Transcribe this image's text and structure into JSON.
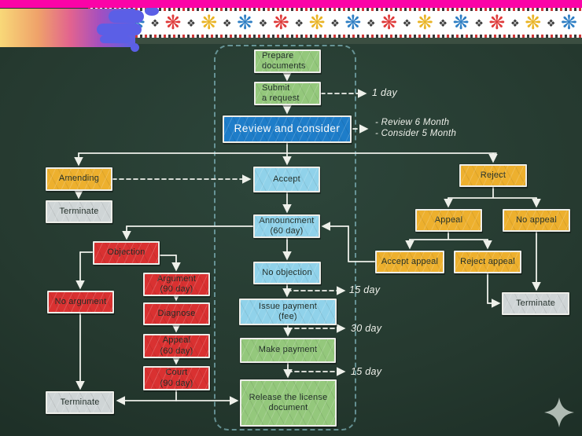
{
  "flowchart": {
    "nodes": {
      "prepare": {
        "label": "Prepare\ndocuments",
        "type": "green"
      },
      "submit": {
        "label": "Submit\na request",
        "type": "green"
      },
      "review": {
        "label": "Review and consider",
        "type": "blue"
      },
      "amending": {
        "label": "Amending",
        "type": "yellow"
      },
      "terminate_left": {
        "label": "Terminate",
        "type": "gray"
      },
      "accept": {
        "label": "Accept",
        "type": "light_blue"
      },
      "announcement": {
        "label": "Announcment\n(60 day)",
        "type": "light_blue"
      },
      "no_objection": {
        "label": "No objection",
        "type": "light_blue"
      },
      "objection": {
        "label": "Objection",
        "type": "red"
      },
      "no_argument": {
        "label": "No argument",
        "type": "red"
      },
      "argument": {
        "label": "Argument\n(90 day)",
        "type": "red"
      },
      "diagnose": {
        "label": "Diagnose",
        "type": "red"
      },
      "appeal_60": {
        "label": "Appeal\n(60 day)",
        "type": "red"
      },
      "court": {
        "label": "Court\n(90 day)",
        "type": "red"
      },
      "terminate_bottom": {
        "label": "Terminate",
        "type": "gray"
      },
      "issue_payment": {
        "label": "Issue payment\n(fee)",
        "type": "light_blue"
      },
      "make_payment": {
        "label": "Make payment",
        "type": "green"
      },
      "release": {
        "label": "Release the license\ndocument",
        "type": "green"
      },
      "reject": {
        "label": "Reject",
        "type": "yellow"
      },
      "appeal": {
        "label": "Appeal",
        "type": "yellow"
      },
      "no_appeal": {
        "label": "No appeal",
        "type": "yellow"
      },
      "accept_appeal": {
        "label": "Accept appeal",
        "type": "yellow"
      },
      "reject_appeal": {
        "label": "Reject appeal",
        "type": "yellow"
      },
      "terminate_right": {
        "label": "Terminate",
        "type": "gray"
      }
    },
    "annotations": {
      "one_day": "1 day",
      "review_note_1": "- Review 6 Month",
      "review_note_2": "- Consider 5 Month",
      "fifteen_day_1": "15 day",
      "thirty_day": "30 day",
      "fifteen_day_2": "15 day"
    },
    "edges": [
      {
        "from": "prepare",
        "to": "submit",
        "style": "solid"
      },
      {
        "from": "submit",
        "to": "review",
        "style": "solid"
      },
      {
        "from": "submit",
        "to": "note:one_day",
        "style": "dashed"
      },
      {
        "from": "review",
        "to": "note:review_notes",
        "style": "dashed"
      },
      {
        "from": "review",
        "to": "amending",
        "style": "solid"
      },
      {
        "from": "review",
        "to": "accept",
        "style": "solid"
      },
      {
        "from": "review",
        "to": "reject",
        "style": "solid"
      },
      {
        "from": "amending",
        "to": "terminate_left",
        "style": "solid"
      },
      {
        "from": "amending",
        "to": "accept",
        "style": "dashed"
      },
      {
        "from": "accept",
        "to": "announcement",
        "style": "solid"
      },
      {
        "from": "announcement",
        "to": "objection",
        "style": "solid"
      },
      {
        "from": "announcement",
        "to": "no_objection",
        "style": "solid"
      },
      {
        "from": "objection",
        "to": "no_argument",
        "style": "solid"
      },
      {
        "from": "objection",
        "to": "argument",
        "style": "solid"
      },
      {
        "from": "argument",
        "to": "diagnose",
        "style": "solid"
      },
      {
        "from": "diagnose",
        "to": "appeal_60",
        "style": "solid"
      },
      {
        "from": "appeal_60",
        "to": "court",
        "style": "solid"
      },
      {
        "from": "court",
        "to": "terminate_bottom",
        "style": "solid"
      },
      {
        "from": "court",
        "to": "release",
        "style": "solid"
      },
      {
        "from": "no_argument",
        "to": "terminate_bottom",
        "style": "solid"
      },
      {
        "from": "no_objection",
        "to": "issue_payment",
        "style": "solid",
        "note": "15 day"
      },
      {
        "from": "issue_payment",
        "to": "make_payment",
        "style": "solid",
        "note": "30 day"
      },
      {
        "from": "make_payment",
        "to": "release",
        "style": "solid",
        "note": "15 day"
      },
      {
        "from": "reject",
        "to": "appeal",
        "style": "solid"
      },
      {
        "from": "reject",
        "to": "no_appeal",
        "style": "solid"
      },
      {
        "from": "appeal",
        "to": "accept_appeal",
        "style": "solid"
      },
      {
        "from": "appeal",
        "to": "reject_appeal",
        "style": "solid"
      },
      {
        "from": "accept_appeal",
        "to": "announcement",
        "style": "solid"
      },
      {
        "from": "reject_appeal",
        "to": "terminate_right",
        "style": "solid"
      },
      {
        "from": "no_appeal",
        "to": "terminate_right",
        "style": "solid"
      }
    ],
    "colors": {
      "board_green": "#25392f",
      "node_green": "#94c87c",
      "node_blue": "#1e7dc9",
      "node_light_blue": "#90d2ea",
      "node_yellow": "#edb02e",
      "node_red": "#d93131",
      "node_gray": "#cfd5d6",
      "chalk_line": "#eef0ea",
      "container_dash": "#8dc7d1"
    }
  },
  "decor": {
    "top_bar_color": "#fb03a7",
    "ribbon_gradient": [
      "#f8d878",
      "#efa26a",
      "#e2638f",
      "#a44fc0",
      "#5f60e2"
    ],
    "blob_color": "#5b5fe6",
    "star_glyph": "❋",
    "separator_glyph": "❖",
    "star_colors": [
      "#e9b426",
      "#2f7fc4",
      "#df3b3b"
    ],
    "sparkle_color": "#bcc7bf"
  }
}
